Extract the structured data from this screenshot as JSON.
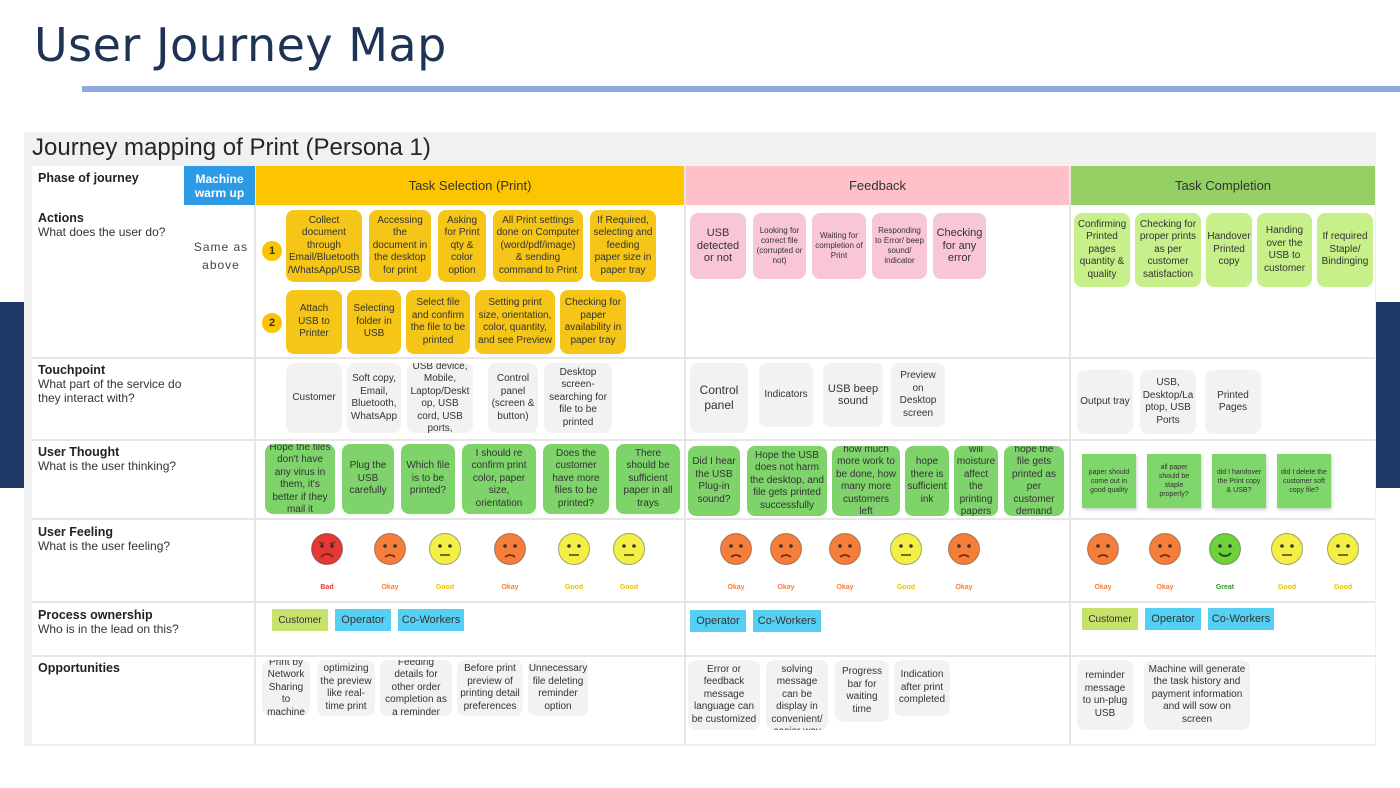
{
  "slide_title": "User Journey Map",
  "map_title": "Journey mapping of Print (Persona 1)",
  "colors": {
    "warm": "#2d9ae6",
    "task": "#fdc500",
    "feedback": "#ffc1c8",
    "completion": "#95d065",
    "sad_red": "#e53935",
    "orange": "#f57f3a",
    "yellow": "#f3ef45",
    "happy_green": "#6ed23a"
  },
  "phases": {
    "label": "Phase of journey",
    "warm": "Machine warm up",
    "task": "Task Selection (Print)",
    "feedback": "Feedback",
    "completion": "Task Completion"
  },
  "rows": {
    "actions": {
      "title": "Actions",
      "desc": "What does the user do?"
    },
    "touchpoint": {
      "title": "Touchpoint",
      "desc": "What part of the service do they interact with?"
    },
    "thought": {
      "title": "User Thought",
      "desc": "What is the user thinking?"
    },
    "feeling": {
      "title": "User Feeling",
      "desc": "What is the user feeling?"
    },
    "ownership": {
      "title": "Process ownership",
      "desc": "Who is in the lead on this?"
    },
    "opportunities": {
      "title": "Opportunities",
      "desc": ""
    }
  },
  "warm_up": {
    "same_as_above": "Same as above"
  },
  "markers": [
    "1",
    "2"
  ],
  "actions": {
    "task_row1": [
      "Collect document through Email/Bluetooth /WhatsApp/USB",
      "Accessing the document in the desktop for print",
      "Asking for Print qty & color option",
      "All Print settings done on Computer (word/pdf/image) & sending command to Print",
      "If Required, selecting and feeding paper size in paper tray"
    ],
    "task_row2": [
      "Attach USB to Printer",
      "Selecting folder in USB",
      "Select file and confirm the file to be printed",
      "Setting print size, orientation, color, quantity, and see Preview",
      "Checking for paper availability in paper tray"
    ],
    "feedback": [
      "USB detected or not",
      "Looking for correct file (corrupted or not)",
      "Waiting for completion of Print",
      "Responding to Error/ beep sound/ indicator",
      "Checking for any error"
    ],
    "completion": [
      "Confirming Printed pages quantity & quality",
      "Checking for proper prints as per customer satisfaction",
      "Handover Printed copy",
      "Handing over the USB to customer",
      "If required Staple/ Bindinging"
    ]
  },
  "touchpoints": {
    "task": [
      "Customer",
      "Soft copy, Email, Bluetooth, WhatsApp",
      "USB device, Mobile, Laptop/Deskt op, USB cord, USB ports,",
      "Control panel (screen & button)",
      "Desktop screen- searching for file to be printed"
    ],
    "feedback": [
      "Control panel",
      "Indicators",
      "USB beep sound",
      "Preview on Desktop screen"
    ],
    "completion": [
      "Output tray",
      "USB, Desktop/La ptop, USB Ports",
      "Printed Pages"
    ]
  },
  "thoughts": {
    "task": [
      "Hope the files don't have any virus in them, it's better if they mail it",
      "Plug the USB carefully",
      "Which file is to be printed?",
      "I should re confirm print color, paper size, orientation",
      "Does the customer have more files to be printed?",
      "There should be sufficient paper in all trays"
    ],
    "feedback": [
      "Did I hear the USB Plug-in sound?",
      "Hope the USB does not harm the desktop, and file gets printed successfully",
      "how much more work to be done, how many more customers left",
      "hope there is sufficient ink",
      "will moisture affect the printing papers",
      "hope the file gets printed as per customer demand"
    ],
    "completion": [
      "paper should come out in good quality",
      "all paper should be staple properly?",
      "did I handover the Print copy & USB?",
      "did I delete the customer soft copy file?"
    ]
  },
  "feelings": [
    {
      "label": "Bad",
      "mood": "sad",
      "color": "#e53935"
    },
    {
      "label": "Okay",
      "mood": "frown",
      "color": "#f57f3a"
    },
    {
      "label": "Good",
      "mood": "neutral",
      "color": "#f3ef45"
    },
    {
      "label": "Okay",
      "mood": "frown",
      "color": "#f57f3a"
    },
    {
      "label": "Good",
      "mood": "neutral",
      "color": "#f3ef45"
    },
    {
      "label": "Good",
      "mood": "neutral",
      "color": "#f3ef45"
    },
    {
      "label": "Okay",
      "mood": "frown",
      "color": "#f57f3a"
    },
    {
      "label": "Okay",
      "mood": "frown",
      "color": "#f57f3a"
    },
    {
      "label": "Okay",
      "mood": "frown",
      "color": "#f57f3a"
    },
    {
      "label": "Good",
      "mood": "neutral",
      "color": "#f3ef45"
    },
    {
      "label": "Okay",
      "mood": "frown",
      "color": "#f57f3a"
    },
    {
      "label": "Okay",
      "mood": "frown",
      "color": "#f57f3a"
    },
    {
      "label": "Okay",
      "mood": "frown",
      "color": "#f57f3a"
    },
    {
      "label": "Great",
      "mood": "happy",
      "color": "#6ed23a"
    },
    {
      "label": "Good",
      "mood": "neutral",
      "color": "#f3ef45"
    },
    {
      "label": "Good",
      "mood": "neutral",
      "color": "#f3ef45"
    }
  ],
  "ownership": {
    "task": [
      "Customer",
      "Operator",
      "Co-Workers"
    ],
    "feedback": [
      "Operator",
      "Co-Workers"
    ],
    "completion": [
      "Customer",
      "Operator",
      "Co-Workers"
    ]
  },
  "opportunities": {
    "task": [
      "Print by Network Sharing to machine",
      "optimizing the preview like real- time print",
      "Feeding details for other order completion as a reminder",
      "Before print preview of printing detail preferences",
      "Unnecessary file deleting reminder option"
    ],
    "feedback": [
      "Error or feedback message language can be customized",
      "Error solving message can be display in convenient/ easier way",
      "Progress bar for waiting time",
      "Indication after print completed"
    ],
    "completion": [
      "reminder message to un-plug USB",
      "Machine will generate the task history and payment information and will sow on screen"
    ]
  }
}
